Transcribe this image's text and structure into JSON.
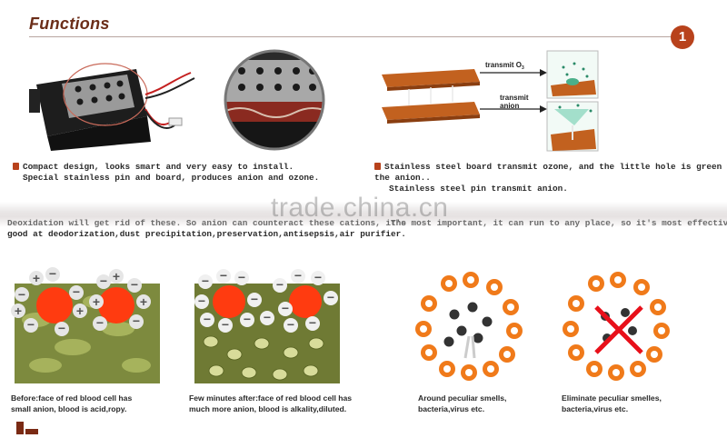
{
  "header": {
    "title": "Functions",
    "step_number": "1"
  },
  "watermark": "trade.china.cn",
  "diagram_labels": {
    "transmit_o3": "transmit O",
    "transmit_o3_sub": "3",
    "transmit_anion_line1": "transmit",
    "transmit_anion_line2": "anion"
  },
  "captions": {
    "left_line1": "Compact design, looks smart and very easy to install.",
    "left_line2": "Special stainless pin and board, produces anion and ozone.",
    "right_line1": "Stainless steel board transmit ozone, and the little hole is green way for",
    "right_line2": "the anion..",
    "right_line3": "Stainless steel pin transmit anion.",
    "mid_left_line1": "Deoxidation will get rid of these. So anion can counteract these cations, it's",
    "mid_left_line2": "good at deodorization,dust precipitation,preservation,antisepsis,air purifier.",
    "mid_right_line1": "The most important, it can run to any place, so it's most effective.",
    "blood_before_line1": "Before:face of red blood cell has",
    "blood_before_line2": "small anion, blood is acid,ropy.",
    "blood_after_line1": "Few minutes after:face of red blood cell has",
    "blood_after_line2": "much more anion, blood is alkality,diluted.",
    "smell_around_line1": "Around peculiar smells,",
    "smell_around_line2": "bacteria,virus etc.",
    "smell_elim_line1": "Eliminate peculiar smelles,",
    "smell_elim_line2": "bacteria,virus etc."
  },
  "colors": {
    "accent": "#b8421c",
    "title": "#6b2d18",
    "board": "#c2611f",
    "cell_red": "#ff3b10",
    "orange_o": "#f07a1a"
  }
}
